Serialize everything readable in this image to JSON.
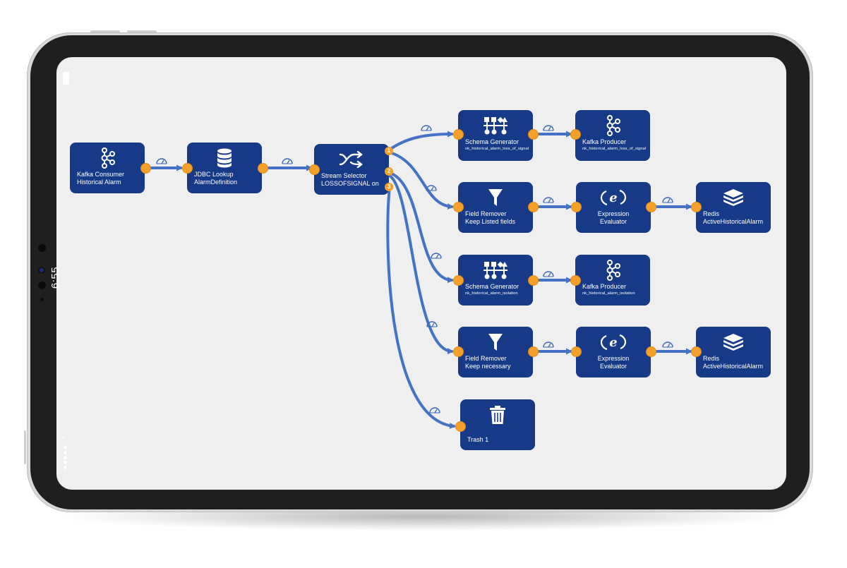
{
  "device": {
    "status_time": "6:55"
  },
  "pipeline": {
    "nodes": [
      {
        "id": "kafka-consumer",
        "icon": "kafka-icon",
        "line1": "Kafka Consumer",
        "line2": "Historical Alarm"
      },
      {
        "id": "jdbc-lookup",
        "icon": "database-icon",
        "line1": "JDBC Lookup",
        "line2": "AlarmDefinition"
      },
      {
        "id": "stream-selector",
        "icon": "shuffle-icon",
        "line1": "Stream Selector",
        "line2": "LOSSOFSIGNAL on"
      },
      {
        "id": "schema-generator-1",
        "icon": "schema-icon",
        "line1": "Schema Generator",
        "line2": "nk_historical_alarm_loss_of_signal"
      },
      {
        "id": "kafka-producer-1",
        "icon": "kafka-icon",
        "line1": "Kafka Producer",
        "line2": "nk_historical_alarm_loss_of_signal"
      },
      {
        "id": "field-remover-1",
        "icon": "funnel-icon",
        "line1": "Field Remover",
        "line2": "Keep Listed fields"
      },
      {
        "id": "expression-evaluator-1",
        "icon": "expression-icon",
        "line1": "Expression",
        "line2": "Evaluator"
      },
      {
        "id": "redis-1",
        "icon": "redis-icon",
        "line1": "Redis",
        "line2": "ActiveHistoricalAlarm"
      },
      {
        "id": "schema-generator-2",
        "icon": "schema-icon",
        "line1": "Schema Generator",
        "line2": "nk_historical_alarm_isolation"
      },
      {
        "id": "kafka-producer-2",
        "icon": "kafka-icon",
        "line1": "Kafka Producer",
        "line2": "nk_historical_alarm_isolation"
      },
      {
        "id": "field-remover-2",
        "icon": "funnel-icon",
        "line1": "Field Remover",
        "line2": "Keep necessary"
      },
      {
        "id": "expression-evaluator-2",
        "icon": "expression-icon",
        "line1": "Expression",
        "line2": "Evaluator"
      },
      {
        "id": "redis-2",
        "icon": "redis-icon",
        "line1": "Redis",
        "line2": "ActiveHistoricalAlarm"
      },
      {
        "id": "trash-1",
        "icon": "trash-icon",
        "line1": "Trash 1",
        "line2": ""
      }
    ],
    "output_badges": [
      "1",
      "2",
      "3"
    ]
  },
  "colors": {
    "node_fill": "#163a87",
    "port": "#f5a02a",
    "connector": "#4472c4",
    "canvas": "#efefef"
  }
}
